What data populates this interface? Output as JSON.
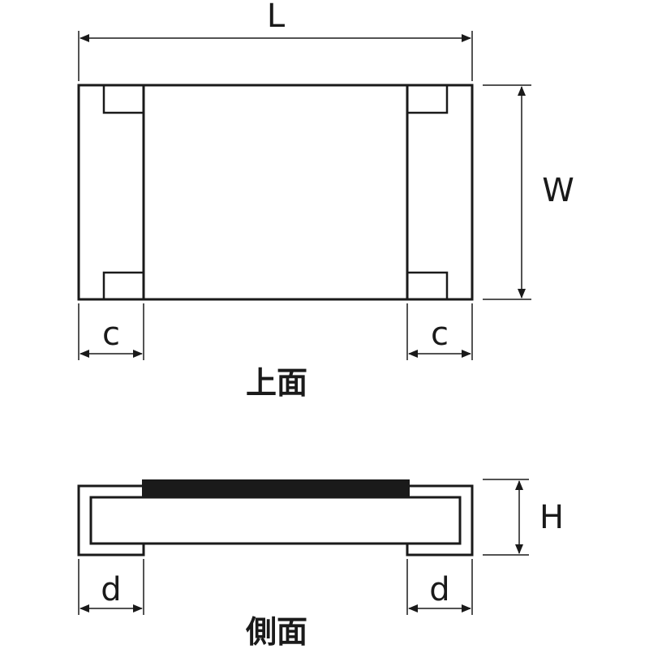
{
  "top_view": {
    "caption": "上面",
    "dimensions": {
      "length": "L",
      "width": "W",
      "electrode_top": "c"
    }
  },
  "side_view": {
    "caption": "側面",
    "dimensions": {
      "height": "H",
      "electrode_bottom": "d"
    }
  },
  "colors": {
    "ink": "#1a1a1a",
    "background": "#ffffff"
  }
}
